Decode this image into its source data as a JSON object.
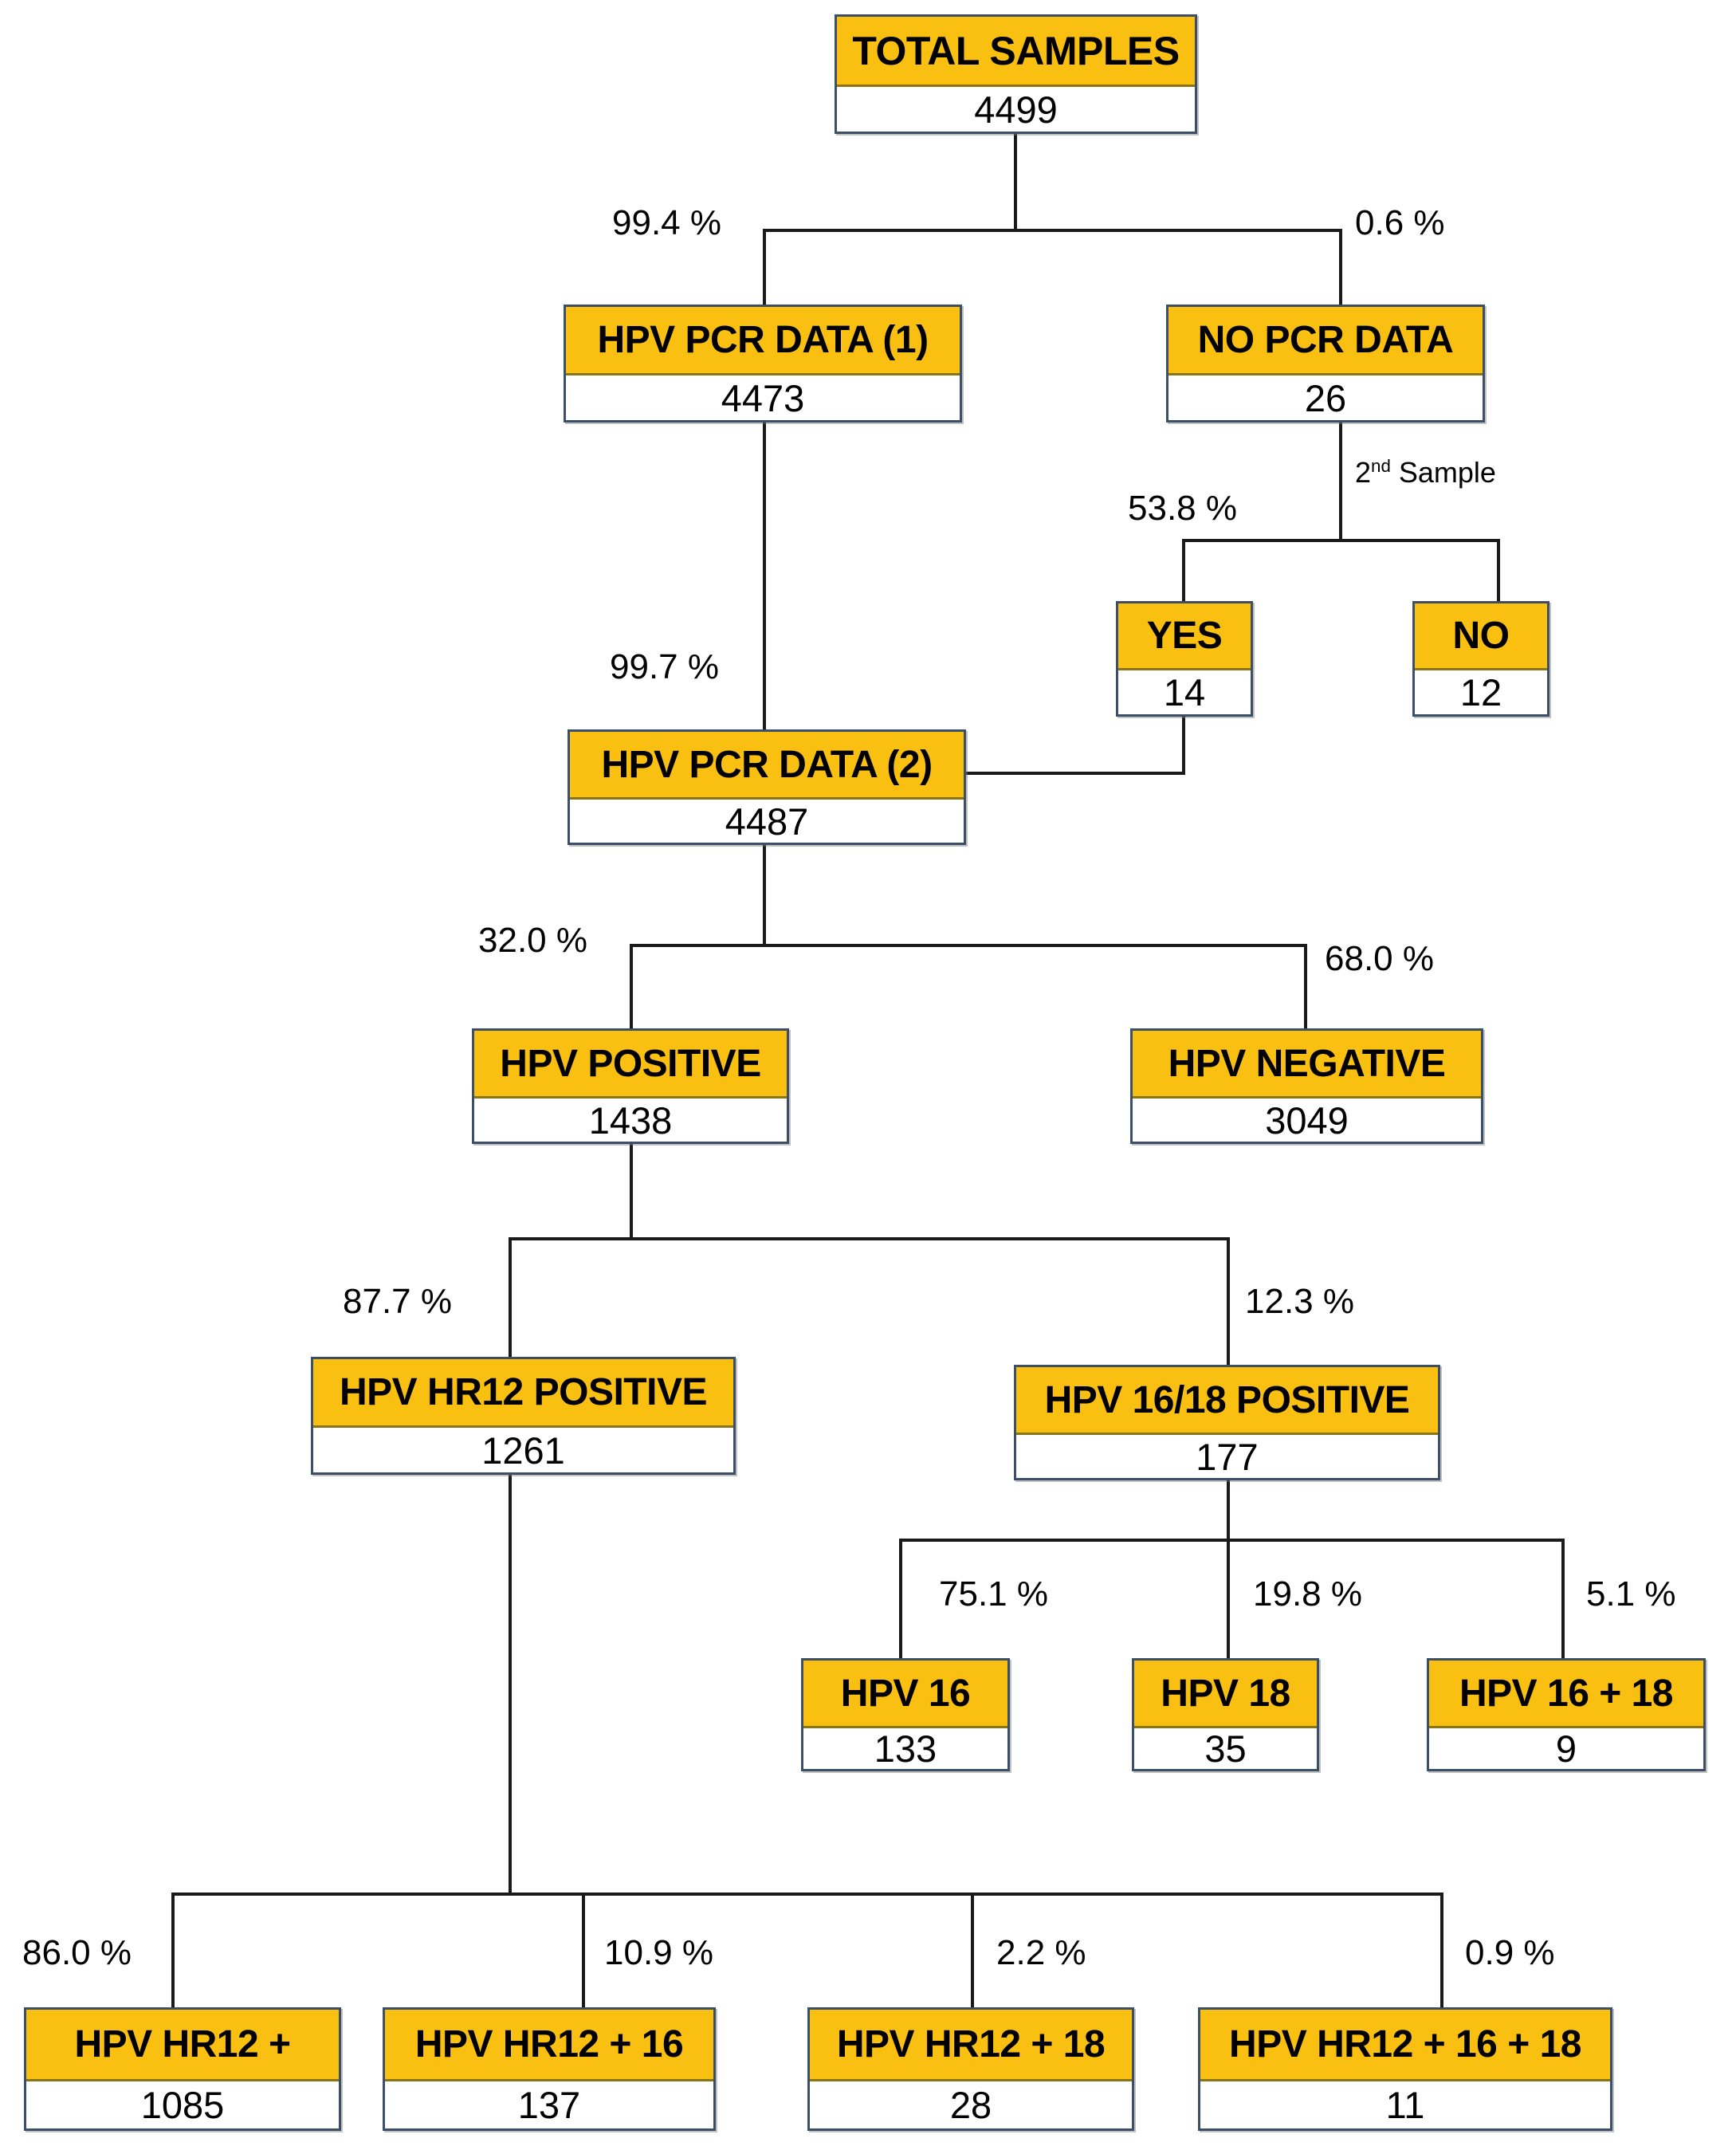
{
  "chart_data": {
    "type": "diagram",
    "title": "HPV PCR sample flow diagram",
    "colors": {
      "node_header_fill": "#f9bf11",
      "node_body_fill": "#ffffff",
      "node_border": "#3b5068",
      "header_divider": "#8a7512",
      "connector": "#1a1a1a",
      "text": "#000000",
      "background": "#ffffff"
    },
    "nodes": [
      {
        "id": "total_samples",
        "label": "TOTAL SAMPLES",
        "value": "4499"
      },
      {
        "id": "hpv_pcr_data_1",
        "label": "HPV PCR DATA (1)",
        "value": "4473"
      },
      {
        "id": "no_pcr_data",
        "label": "NO PCR DATA",
        "value": "26"
      },
      {
        "id": "second_sample_yes",
        "label": "YES",
        "value": "14"
      },
      {
        "id": "second_sample_no",
        "label": "NO",
        "value": "12"
      },
      {
        "id": "hpv_pcr_data_2",
        "label": "HPV PCR DATA (2)",
        "value": "4487"
      },
      {
        "id": "hpv_positive",
        "label": "HPV POSITIVE",
        "value": "1438"
      },
      {
        "id": "hpv_negative",
        "label": "HPV NEGATIVE",
        "value": "3049"
      },
      {
        "id": "hpv_hr12_positive",
        "label": "HPV HR12 POSITIVE",
        "value": "1261"
      },
      {
        "id": "hpv_1618_positive",
        "label": "HPV 16/18 POSITIVE",
        "value": "177"
      },
      {
        "id": "hpv_16",
        "label": "HPV 16",
        "value": "133"
      },
      {
        "id": "hpv_18",
        "label": "HPV 18",
        "value": "35"
      },
      {
        "id": "hpv_16_18",
        "label": "HPV 16 + 18",
        "value": "9"
      },
      {
        "id": "hpv_hr12",
        "label": "HPV HR12 +",
        "value": "1085"
      },
      {
        "id": "hpv_hr12_16",
        "label": "HPV HR12 + 16",
        "value": "137"
      },
      {
        "id": "hpv_hr12_18",
        "label": "HPV HR12 + 18",
        "value": "28"
      },
      {
        "id": "hpv_hr12_16_18",
        "label": "HPV HR12 + 16 + 18",
        "value": "11"
      }
    ],
    "edges": [
      {
        "id": "e1",
        "from": "total_samples",
        "to": "hpv_pcr_data_1",
        "label": "99.4 %"
      },
      {
        "id": "e2",
        "from": "total_samples",
        "to": "no_pcr_data",
        "label": "0.6 %"
      },
      {
        "id": "e3",
        "from": "no_pcr_data",
        "to": "second_sample_yes",
        "label": "53.8 %"
      },
      {
        "id": "e4",
        "from": "no_pcr_data",
        "to": "second_sample_no",
        "label": ""
      },
      {
        "id": "e5",
        "from": "hpv_pcr_data_1",
        "to": "hpv_pcr_data_2",
        "label": "99.7 %"
      },
      {
        "id": "e6",
        "from": "hpv_pcr_data_2",
        "to": "hpv_positive",
        "label": "32.0 %"
      },
      {
        "id": "e7",
        "from": "hpv_pcr_data_2",
        "to": "hpv_negative",
        "label": "68.0 %"
      },
      {
        "id": "e8",
        "from": "hpv_positive",
        "to": "hpv_hr12_positive",
        "label": "87.7 %"
      },
      {
        "id": "e9",
        "from": "hpv_positive",
        "to": "hpv_1618_positive",
        "label": "12.3 %"
      },
      {
        "id": "e10",
        "from": "hpv_1618_positive",
        "to": "hpv_16",
        "label": "75.1 %"
      },
      {
        "id": "e11",
        "from": "hpv_1618_positive",
        "to": "hpv_18",
        "label": "19.8 %"
      },
      {
        "id": "e12",
        "from": "hpv_1618_positive",
        "to": "hpv_16_18",
        "label": "5.1 %"
      },
      {
        "id": "e13",
        "from": "hpv_hr12_positive",
        "to": "hpv_hr12",
        "label": "86.0 %"
      },
      {
        "id": "e14",
        "from": "hpv_hr12_positive",
        "to": "hpv_hr12_16",
        "label": "10.9 %"
      },
      {
        "id": "e15",
        "from": "hpv_hr12_positive",
        "to": "hpv_hr12_18",
        "label": "2.2 %"
      },
      {
        "id": "e16",
        "from": "hpv_hr12_positive",
        "to": "hpv_hr12_16_18",
        "label": "0.9 %"
      }
    ],
    "annotations": [
      {
        "id": "second_sample_note",
        "text_prefix": "2",
        "text_sup": "nd",
        "text_suffix": " Sample"
      }
    ]
  },
  "boxes": {
    "total_samples": {
      "label": "TOTAL SAMPLES",
      "value": "4499"
    },
    "hpv_pcr_data_1": {
      "label": "HPV PCR DATA (1)",
      "value": "4473"
    },
    "no_pcr_data": {
      "label": "NO PCR DATA",
      "value": "26"
    },
    "yes": {
      "label": "YES",
      "value": "14"
    },
    "no": {
      "label": "NO",
      "value": "12"
    },
    "hpv_pcr_data_2": {
      "label": "HPV PCR DATA (2)",
      "value": "4487"
    },
    "hpv_positive": {
      "label": "HPV POSITIVE",
      "value": "1438"
    },
    "hpv_negative": {
      "label": "HPV NEGATIVE",
      "value": "3049"
    },
    "hpv_hr12_positive": {
      "label": "HPV HR12 POSITIVE",
      "value": "1261"
    },
    "hpv_1618_positive": {
      "label": "HPV 16/18 POSITIVE",
      "value": "177"
    },
    "hpv_16": {
      "label": "HPV 16",
      "value": "133"
    },
    "hpv_18": {
      "label": "HPV 18",
      "value": "35"
    },
    "hpv_16_18": {
      "label": "HPV 16 + 18",
      "value": "9"
    },
    "hpv_hr12": {
      "label": "HPV HR12 +",
      "value": "1085"
    },
    "hpv_hr12_16": {
      "label": "HPV HR12 + 16",
      "value": "137"
    },
    "hpv_hr12_18": {
      "label": "HPV HR12 + 18",
      "value": "28"
    },
    "hpv_hr12_16_18": {
      "label": "HPV HR12 + 16 + 18",
      "value": "11"
    }
  },
  "labels": {
    "p99_4": "99.4 %",
    "p0_6": "0.6 %",
    "p53_8": "53.8 %",
    "p99_7": "99.7 %",
    "p32_0": "32.0 %",
    "p68_0": "68.0 %",
    "p87_7": "87.7 %",
    "p12_3": "12.3 %",
    "p75_1": "75.1 %",
    "p19_8": "19.8 %",
    "p5_1": "5.1 %",
    "p86_0": "86.0 %",
    "p10_9": "10.9 %",
    "p2_2": "2.2 %",
    "p0_9": "0.9 %"
  },
  "annotations": {
    "second_sample": {
      "prefix": "2",
      "sup": "nd",
      "suffix": " Sample"
    }
  }
}
